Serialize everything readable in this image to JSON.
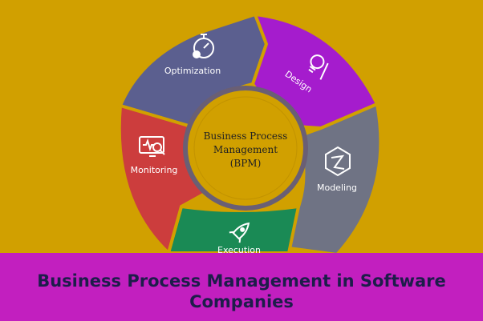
{
  "diagram": {
    "center_lines": [
      "Business Process",
      "Management",
      "(BPM)"
    ],
    "segments": [
      {
        "id": "optimization",
        "label": "Optimization",
        "color": "#5b5f8f",
        "icon": "stopwatch-gear-icon"
      },
      {
        "id": "design",
        "label": "Design",
        "color": "#a51ccd",
        "icon": "pencil-bulb-icon"
      },
      {
        "id": "modeling",
        "label": "Modeling",
        "color": "#6f7384",
        "icon": "cube-path-icon"
      },
      {
        "id": "execution",
        "label": "Execution",
        "color": "#1a8a55",
        "icon": "rocket-icon"
      },
      {
        "id": "monitoring",
        "label": "Monitoring",
        "color": "#cc3d3d",
        "icon": "monitor-magnifier-icon"
      }
    ]
  },
  "banner": {
    "line1": "Business Process Management in Software",
    "line2": "Companies",
    "color": "#c21fbf"
  }
}
